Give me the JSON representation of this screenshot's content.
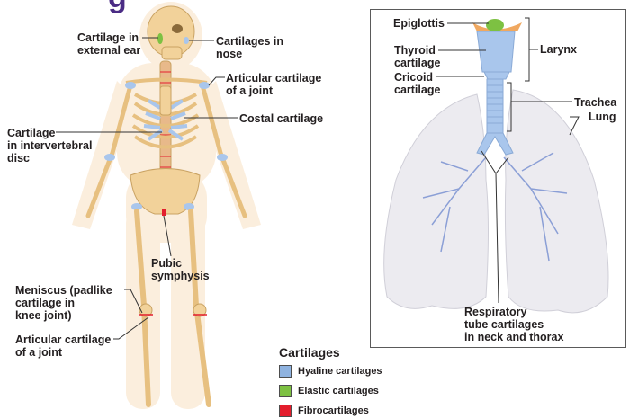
{
  "figure": {
    "title_fragment": "g",
    "skeleton_labels": {
      "ear": [
        "Cartilage in",
        "external ear"
      ],
      "nose": [
        "Cartilages in",
        "nose"
      ],
      "articular_shoulder": [
        "Articular cartilage",
        "of a joint"
      ],
      "costal": [
        "Costal cartilage"
      ],
      "intervertebral": [
        "Cartilage",
        "in intervertebral",
        "disc"
      ],
      "pubic": [
        "Pubic",
        "symphysis"
      ],
      "meniscus": [
        "Meniscus (padlike",
        "cartilage in",
        "knee joint)"
      ],
      "articular_knee": [
        "Articular cartilage",
        "of a joint"
      ]
    },
    "respiratory_labels": {
      "epiglottis": [
        "Epiglottis"
      ],
      "thyroid": [
        "Thyroid",
        "cartilage"
      ],
      "cricoid": [
        "Cricoid",
        "cartilage"
      ],
      "larynx": [
        "Larynx"
      ],
      "trachea": [
        "Trachea"
      ],
      "lung": [
        "Lung"
      ],
      "respiratory_tube": [
        "Respiratory",
        "tube cartilages",
        "in neck and thorax"
      ]
    }
  },
  "legend": {
    "title": "Cartilages",
    "items": [
      {
        "label": "Hyaline cartilages",
        "color": "#8fb3e0"
      },
      {
        "label": "Elastic cartilages",
        "color": "#7dc142"
      },
      {
        "label": "Fibrocartilages",
        "color": "#e31e2d"
      }
    ]
  },
  "colors": {
    "bone": "#f2d29a",
    "bone_edge": "#c9a262",
    "body_glow": "#fbeedd",
    "hyaline": "#a9c6ec",
    "elastic": "#7dc142",
    "fibro": "#e31e2d",
    "lung": "#ecebf0",
    "bronchi": "#8b9fd6",
    "leader": "#333333"
  }
}
